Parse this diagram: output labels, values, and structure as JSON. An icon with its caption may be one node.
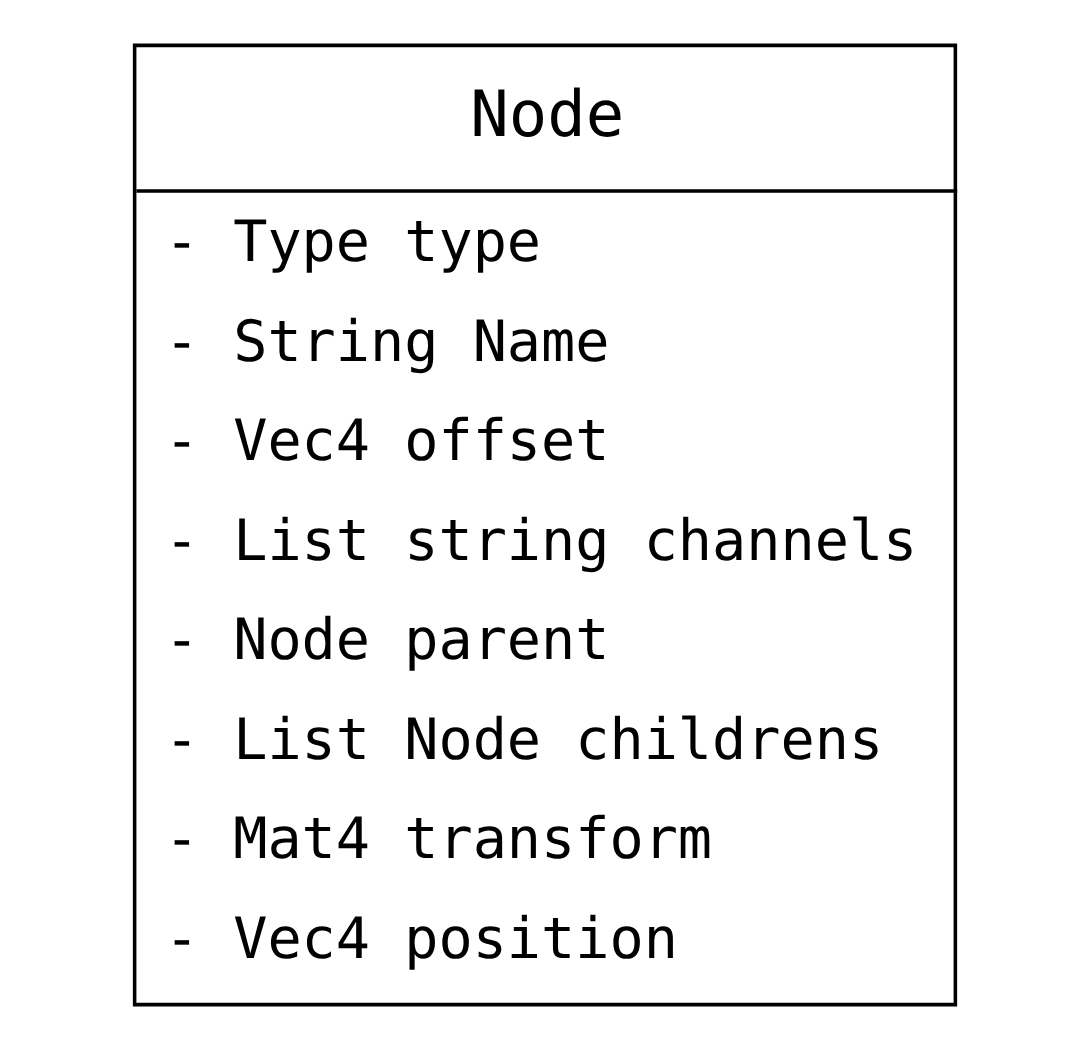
{
  "diagram": {
    "nodes": [
      {
        "text": [
          "Node",
          "- Type type",
          "- String Name",
          "- Vec4 offset",
          "- List string channels",
          "- Node parent",
          "- List Node childrens",
          "- Mat4 transform",
          "- Vec4 position"
        ]
      }
    ]
  }
}
